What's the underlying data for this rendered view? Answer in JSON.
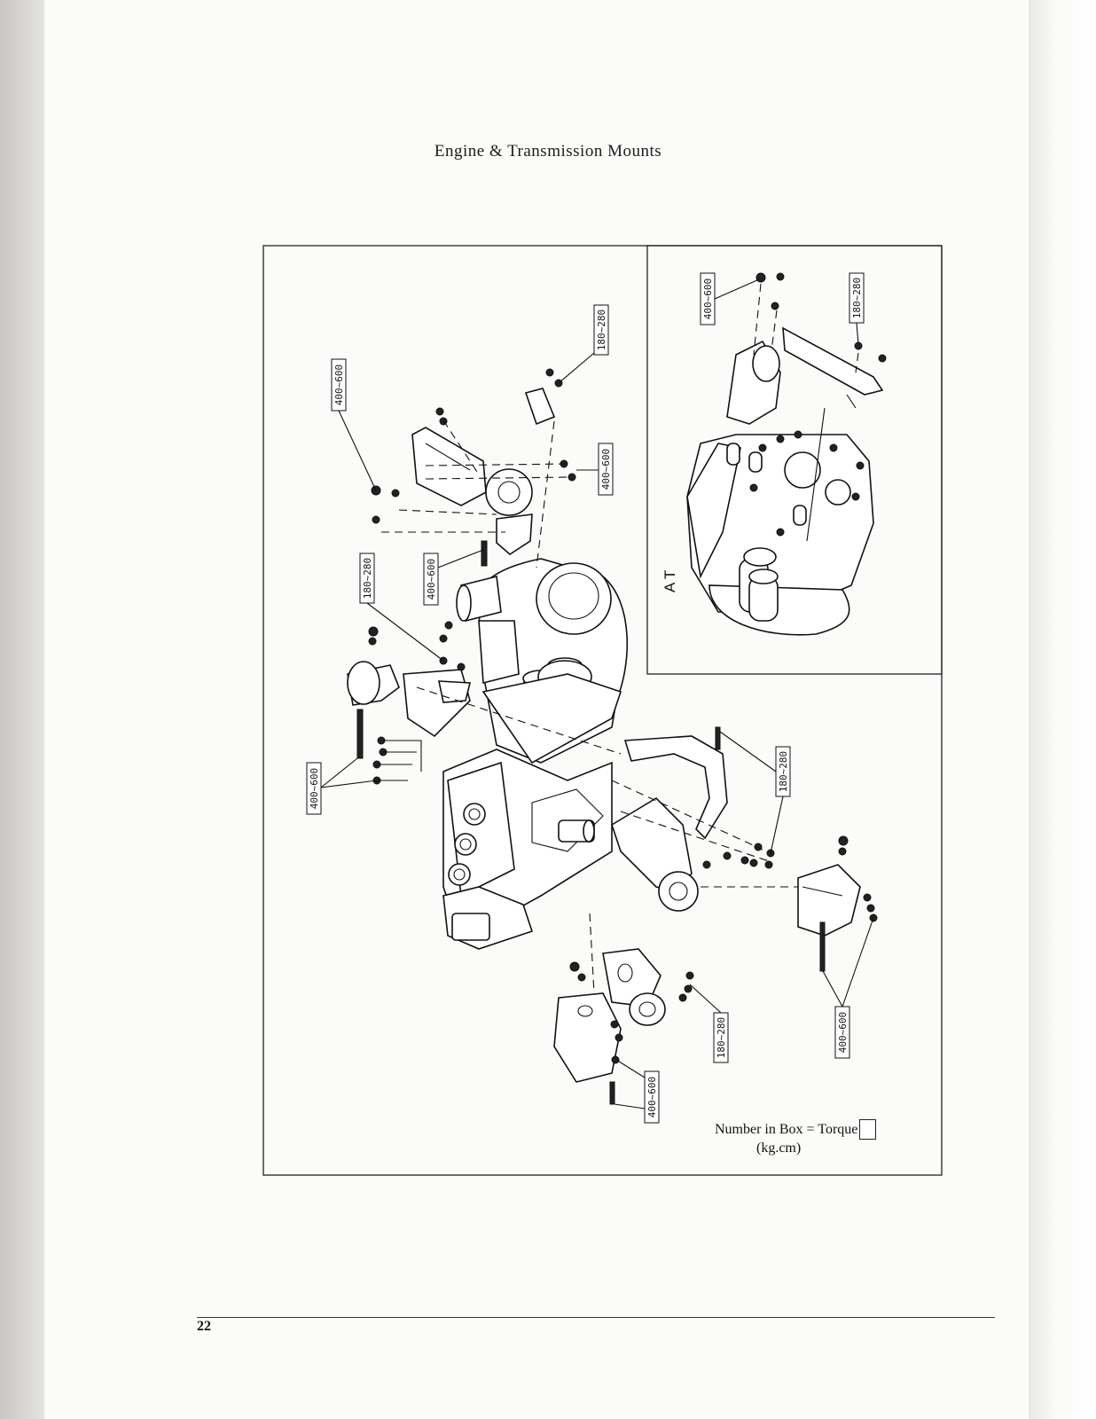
{
  "page": {
    "title": "Engine & Transmission Mounts",
    "page_number": "22"
  },
  "inset": {
    "label": "A T"
  },
  "torque_labels": [
    "180~280",
    "400~600",
    "400~600",
    "400~600",
    "180~280",
    "400~600",
    "180~280",
    "400~600",
    "180~280",
    "400~600",
    "400~600",
    "180~280"
  ],
  "legend": {
    "text": "Number in Box = Torque",
    "unit": "(kg.cm)"
  }
}
